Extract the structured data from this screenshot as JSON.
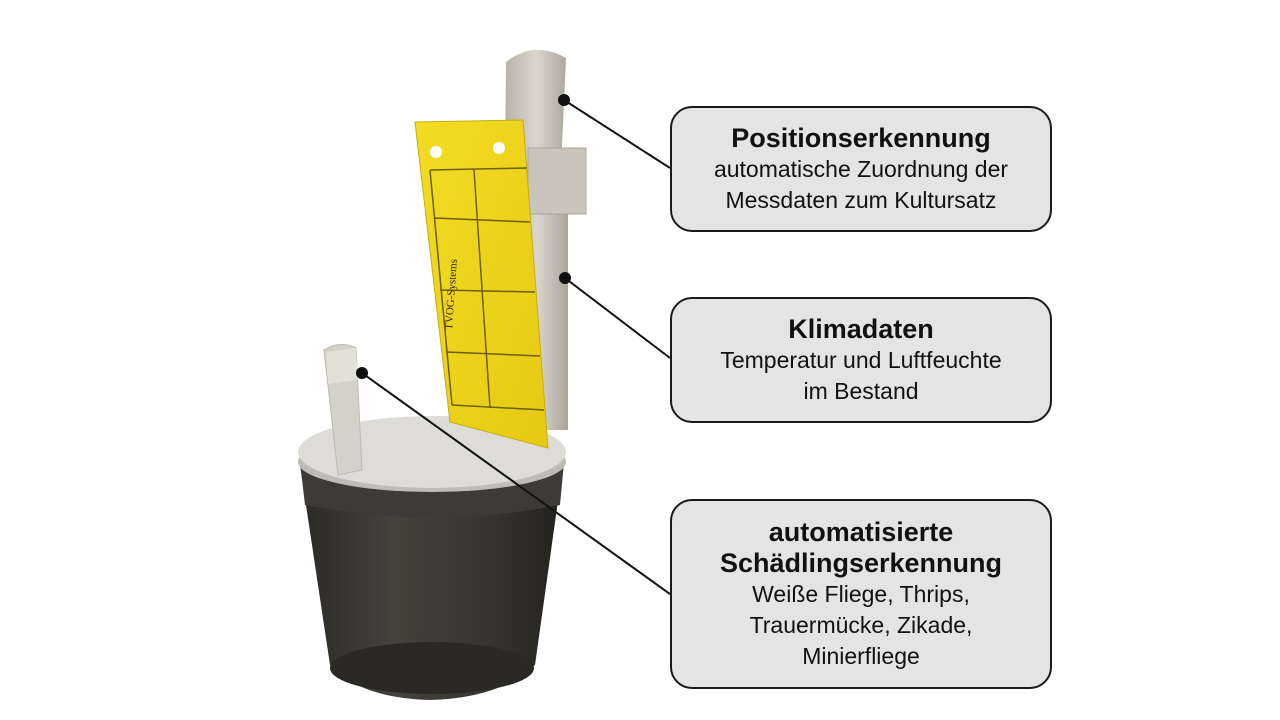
{
  "device": {
    "card_brand": "TVOG-Systems"
  },
  "callouts": {
    "position": {
      "title": "Positionserkennung",
      "lines": [
        "automatische Zuordnung der",
        "Messdaten zum Kultursatz"
      ]
    },
    "klima": {
      "title": "Klimadaten",
      "lines": [
        "Temperatur und Luftfeuchte",
        "im Bestand"
      ]
    },
    "pest": {
      "title_lines": [
        "automatisierte",
        "Schädlingserkennung"
      ],
      "lines": [
        "Weiße Fliege, Thrips,",
        "Trauermücke, Zikade,",
        "Minierfliege"
      ]
    }
  },
  "colors": {
    "pot": "#35332c",
    "lid": "#dcdcd6",
    "sticky_card": "#f1d71c",
    "callout_fill": "#e4e4e4",
    "callout_border": "#1a1a1a"
  }
}
